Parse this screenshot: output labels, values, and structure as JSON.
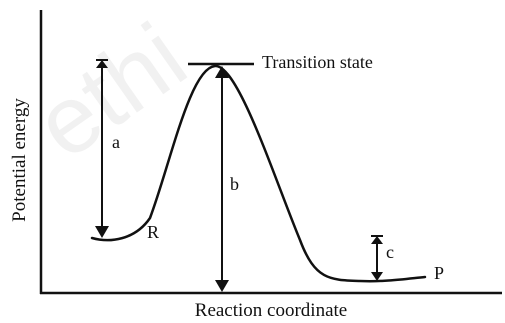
{
  "diagram": {
    "x_axis_label": "Reaction coordinate",
    "y_axis_label": "Potential energy",
    "transition_state_label": "Transition state",
    "reactant_label": "R",
    "product_label": "P",
    "arrow_a_label": "a",
    "arrow_b_label": "b",
    "arrow_c_label": "c"
  }
}
